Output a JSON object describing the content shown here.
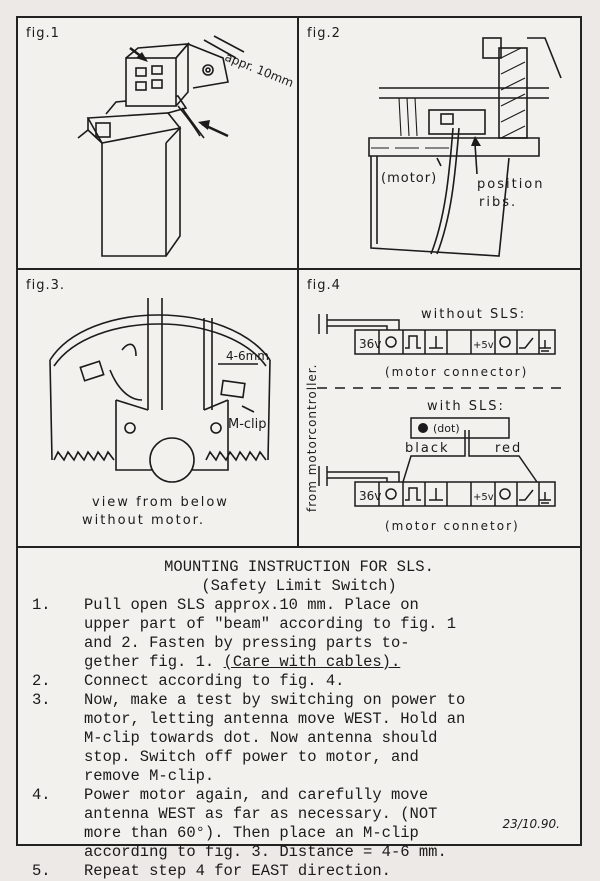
{
  "figures": {
    "fig1": {
      "label": "fig.1",
      "annotation": "appr. 10mm"
    },
    "fig2": {
      "label": "fig.2",
      "motor_label": "(motor)",
      "ribs_label_1": "position",
      "ribs_label_2": "ribs."
    },
    "fig3": {
      "label": "fig.3.",
      "distance_label": "4-6mm",
      "mclip_label": "M-clip",
      "caption_1": "view from below",
      "caption_2": "without motor."
    },
    "fig4": {
      "label": "fig.4",
      "side_label": "from motorcontroller.",
      "without_label": "without SLS:",
      "connector_label_1": "(motor connector)",
      "with_label": "with SLS:",
      "dot_label": "(dot)",
      "black_label": "black",
      "red_label": "red",
      "voltage_36": "36v",
      "voltage_5": "+5v",
      "connector_label_2": "(motor connetor)"
    }
  },
  "instructions": {
    "title": "MOUNTING INSTRUCTION FOR SLS.",
    "subtitle": "(Safety Limit Switch)",
    "steps": [
      {
        "num": "1.",
        "lines": [
          "Pull open SLS approx.10 mm.  Place on",
          "upper part of \"beam\" according to fig. 1",
          "and 2.  Fasten by pressing parts to-",
          "gether fig. 1."
        ],
        "emphasis": "(Care with cables)."
      },
      {
        "num": "2.",
        "lines": [
          "Connect according to fig. 4."
        ]
      },
      {
        "num": "3.",
        "lines": [
          "Now, make a test by switching on power to",
          "motor, letting antenna move WEST.  Hold an",
          "M-clip towards dot.  Now antenna should",
          "stop.  Switch off power to motor, and",
          "remove M-clip."
        ]
      },
      {
        "num": "4.",
        "lines": [
          "Power motor again, and carefully move",
          "antenna WEST as far as necessary.  (NOT",
          "more than 60°).  Then place an M-clip",
          "according to fig. 3.  Distance = 4-6 mm."
        ]
      },
      {
        "num": "5.",
        "lines": [
          "Repeat step 4 for EAST direction."
        ]
      }
    ],
    "date": "23/10.90."
  }
}
